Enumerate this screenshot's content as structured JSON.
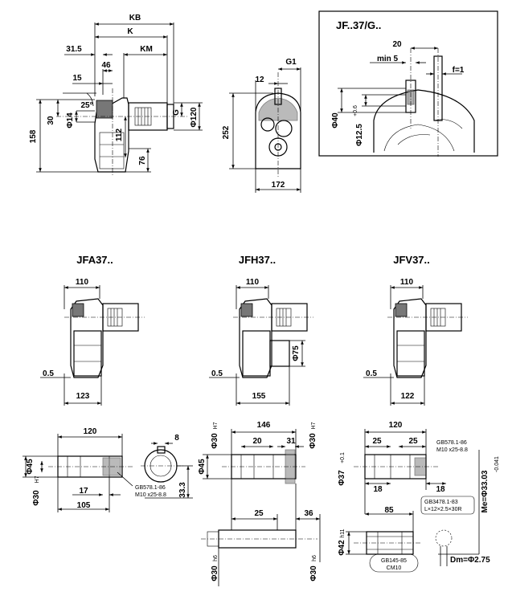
{
  "views": {
    "main_side": {
      "dims": {
        "kb": "KB",
        "k": "K",
        "km": "KM",
        "d31_5": "31.5",
        "d46": "46",
        "d15": "15",
        "d25deg": "25°",
        "d158": "158",
        "d30": "30",
        "d_phi14": "Φ14",
        "d112": "112",
        "d76": "76",
        "g": "G",
        "d_phi120": "Φ120"
      }
    },
    "main_front": {
      "dims": {
        "g1": "G1",
        "d12": "12",
        "d252": "252",
        "d172": "172"
      }
    },
    "detail_jf": {
      "title": "JF..37/G..",
      "dims": {
        "d20": "20",
        "min5": "min 5",
        "f1": "f=1",
        "phi40": "Φ40",
        "phi12_5": "Φ12.5",
        "phi12_5_tol": "+0.6"
      }
    },
    "jfa": {
      "title": "JFA37..",
      "dims": {
        "d110": "110",
        "d0_5": "0.5",
        "d123": "123"
      },
      "shaft": {
        "d120": "120",
        "d8": "8",
        "phi45": "Φ45",
        "phi30": "Φ30",
        "phi30_tol": "H7",
        "d17": "17",
        "d105": "105",
        "d33_3": "33.3",
        "note1": "GB578.1-86",
        "note2": "M10 x25-8.8"
      }
    },
    "jfh": {
      "title": "JFH37..",
      "dims": {
        "d110": "110",
        "d0_5": "0.5",
        "d155": "155",
        "phi75": "Φ75"
      },
      "shaft": {
        "d146": "146",
        "d20": "20",
        "d31": "31",
        "phi30a": "Φ30",
        "phi30a_tol": "H7",
        "phi30b": "Φ30",
        "phi30b_tol": "H7",
        "phi45": "Φ45",
        "d25": "25",
        "d36": "36",
        "phi30c": "Φ30",
        "phi30c_tol": "h6",
        "phi30d": "Φ30",
        "phi30d_tol": "h6"
      }
    },
    "jfv": {
      "title": "JFV37..",
      "dims": {
        "d110": "110",
        "d0_5": "0.5",
        "d122": "122"
      },
      "shaft": {
        "d120": "120",
        "d25a": "25",
        "d25b": "25",
        "phi37": "Φ37",
        "phi37_tol": "+0.1",
        "d18a": "18",
        "d18b": "18",
        "d85": "85",
        "phi42": "Φ42",
        "phi42_tol": "h11",
        "me": "Me=Φ33.03",
        "me_tol": "-0.041",
        "dm": "Dm=Φ2.75",
        "note1": "GB578.1-86",
        "note2": "M10 x25-8.8",
        "note3": "GB3478.1-83",
        "note4": "L×12×2.5×30R",
        "note5": "GB145-85",
        "note6": "CM10"
      }
    }
  }
}
